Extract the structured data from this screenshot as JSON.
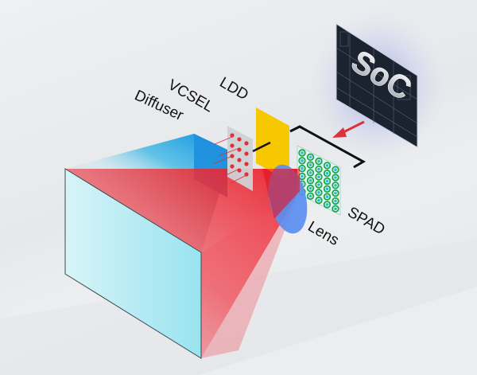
{
  "diagram": {
    "type": "dToF depth sensing system illustration",
    "labels": {
      "soc": "SoC",
      "ldd": "LDD",
      "vcsel": "VCSEL",
      "diffuser": "Diffuser",
      "spad": "SPAD",
      "lens": "Lens"
    },
    "components": [
      {
        "id": "target-screen",
        "name": "Target surface"
      },
      {
        "id": "diffuser",
        "name": "Diffuser"
      },
      {
        "id": "vcsel",
        "name": "VCSEL emitter array"
      },
      {
        "id": "ldd",
        "name": "Laser diode driver"
      },
      {
        "id": "lens",
        "name": "Receiving lens"
      },
      {
        "id": "spad",
        "name": "SPAD sensor array",
        "grid": {
          "cols": 5,
          "rows": 6
        }
      },
      {
        "id": "soc",
        "name": "System on chip"
      }
    ],
    "colors": {
      "emit_beam": "#1a9be0",
      "return_beam": "#e8222b",
      "ldd": "#f7c800",
      "lens": "#5b8ef0",
      "spad_ring": "#1aa64a",
      "spad_center": "#2ab9d8",
      "screen": "#aee9f3",
      "soc_bg": "#1b2230"
    }
  }
}
